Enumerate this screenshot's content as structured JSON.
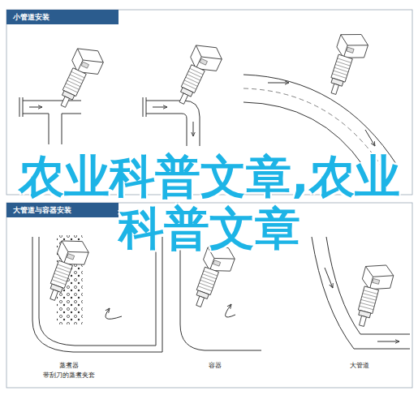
{
  "diagram": {
    "nodes": [
      {
        "text": [
          "小管道安装"
        ]
      },
      {
        "text": [
          "大管道与容器安装"
        ]
      }
    ],
    "labels": [
      "农业科普文章,农业科普文章",
      "蒸煮器",
      "带刮刀的蒸煮夹套",
      "容器",
      "大管道"
    ]
  }
}
